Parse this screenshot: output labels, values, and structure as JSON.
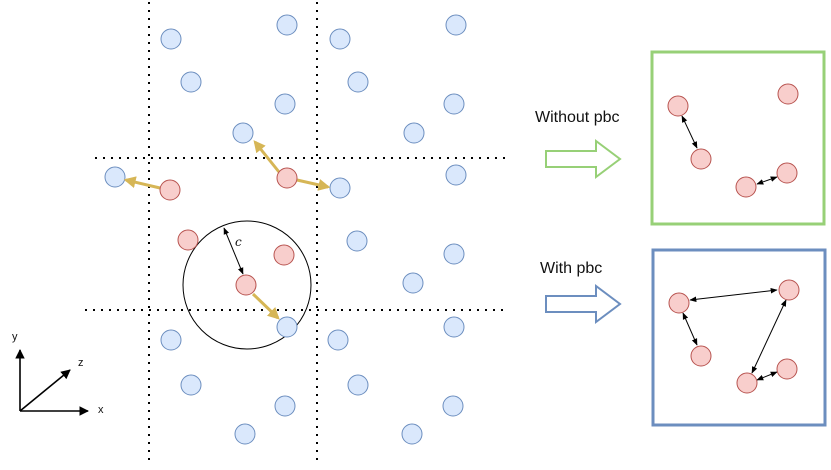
{
  "labels": {
    "without": "Without pbc",
    "with": "With pbc",
    "cutoff": "c",
    "axis_x": "x",
    "axis_y": "y",
    "axis_z": "z"
  },
  "colors": {
    "blue_fill": "#dae8fc",
    "blue_stroke": "#6c8ebf",
    "red_fill": "#f8cecc",
    "red_stroke": "#b85450",
    "gold_arrow": "#d6b656",
    "green_box": "#97d077",
    "blue_box": "#6c8ebf",
    "dotted_line": "#000000"
  }
}
